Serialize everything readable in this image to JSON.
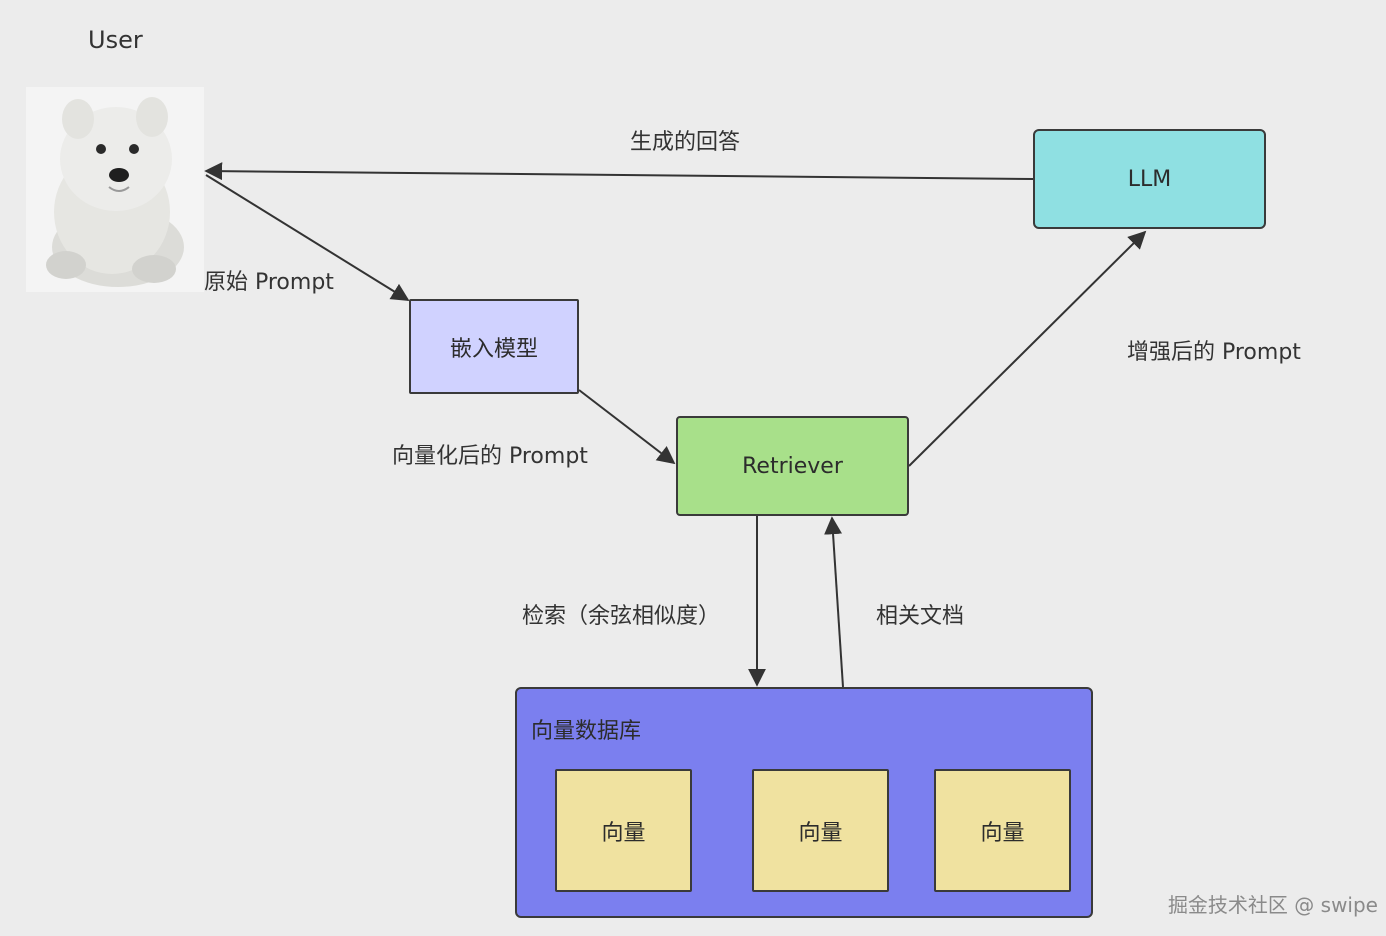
{
  "user_label": "User",
  "edges": {
    "generated_answer": "生成的回答",
    "raw_prompt": "原始 Prompt",
    "vectorized_prompt": "向量化后的 Prompt",
    "augmented_prompt": "增强后的 Prompt",
    "retrieval": "检索（余弦相似度）",
    "related_docs": "相关文档"
  },
  "nodes": {
    "embedding_model": "嵌入模型",
    "retriever": "Retriever",
    "llm": "LLM",
    "vector_db": "向量数据库",
    "vectors": [
      "向量",
      "向量",
      "向量"
    ]
  },
  "watermark": "掘金技术社区 @ swipe",
  "colors": {
    "embedding_model": "#d0d2ff",
    "retriever": "#a8e08a",
    "llm": "#8fe0e2",
    "vector_db": "#7b7fef",
    "vector": "#f0e2a0"
  }
}
